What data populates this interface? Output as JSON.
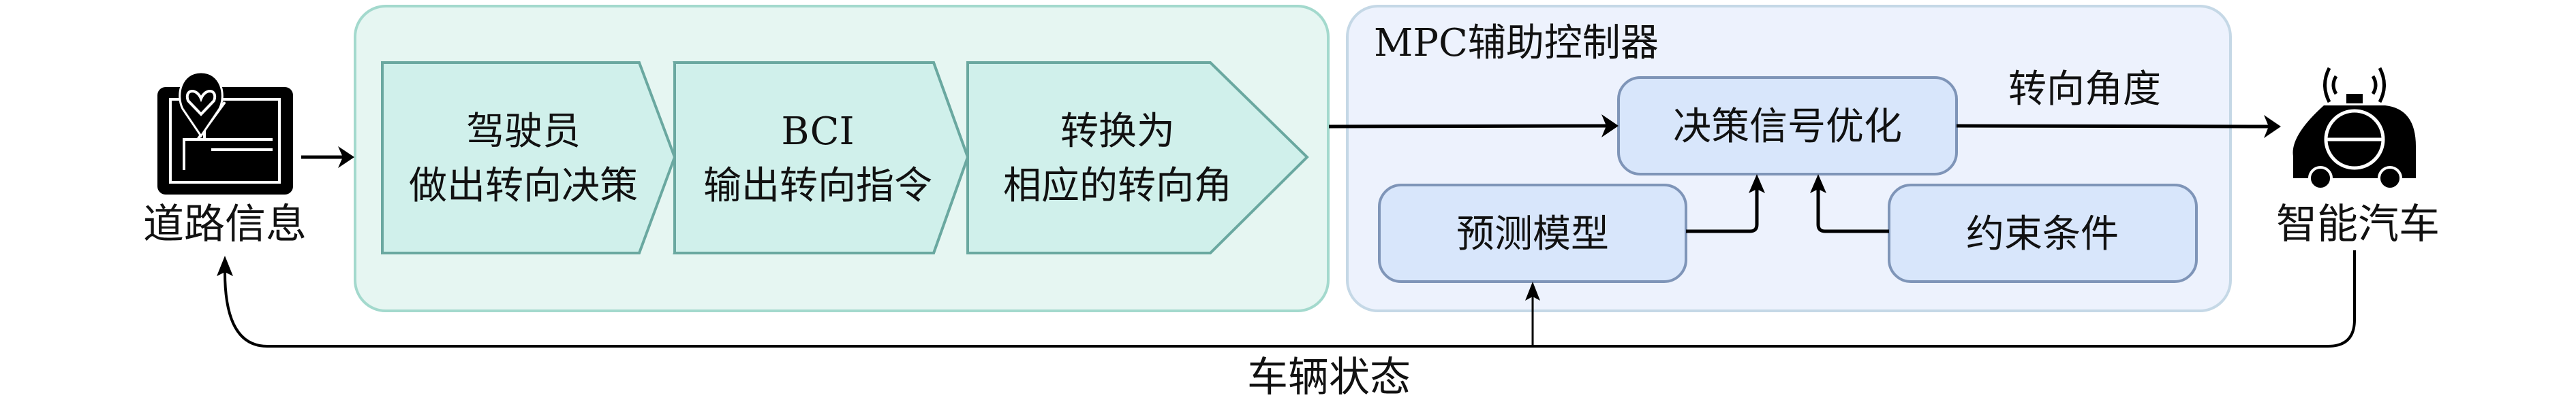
{
  "inputs": {
    "road_info": "道路信息",
    "road_icon": "map-pin-icon"
  },
  "bci_group": {
    "steps": [
      {
        "line1": "驾驶员",
        "line2": "做出转向决策"
      },
      {
        "line1": "BCI",
        "line2": "输出转向指令"
      },
      {
        "line1": "转换为",
        "line2": "相应的转向角"
      }
    ],
    "colors": {
      "fill": "#e6f6f2",
      "border": "#a3d9cd",
      "step_fill": "#d0f0eb",
      "step_border": "#6aa8a0"
    }
  },
  "mpc": {
    "title": "MPC辅助控制器",
    "optimizer": "决策信号优化",
    "prediction_model": "预测模型",
    "constraints": "约束条件",
    "colors": {
      "fill": "#edf2fd",
      "border": "#c5d8e6",
      "box_fill": "#d8e6fb",
      "box_border": "#7f95b8"
    }
  },
  "output": {
    "steering_angle": "转向角度",
    "vehicle": "智能汽车",
    "vehicle_icon": "autonomous-car-icon"
  },
  "feedback": {
    "vehicle_state": "车辆状态"
  }
}
